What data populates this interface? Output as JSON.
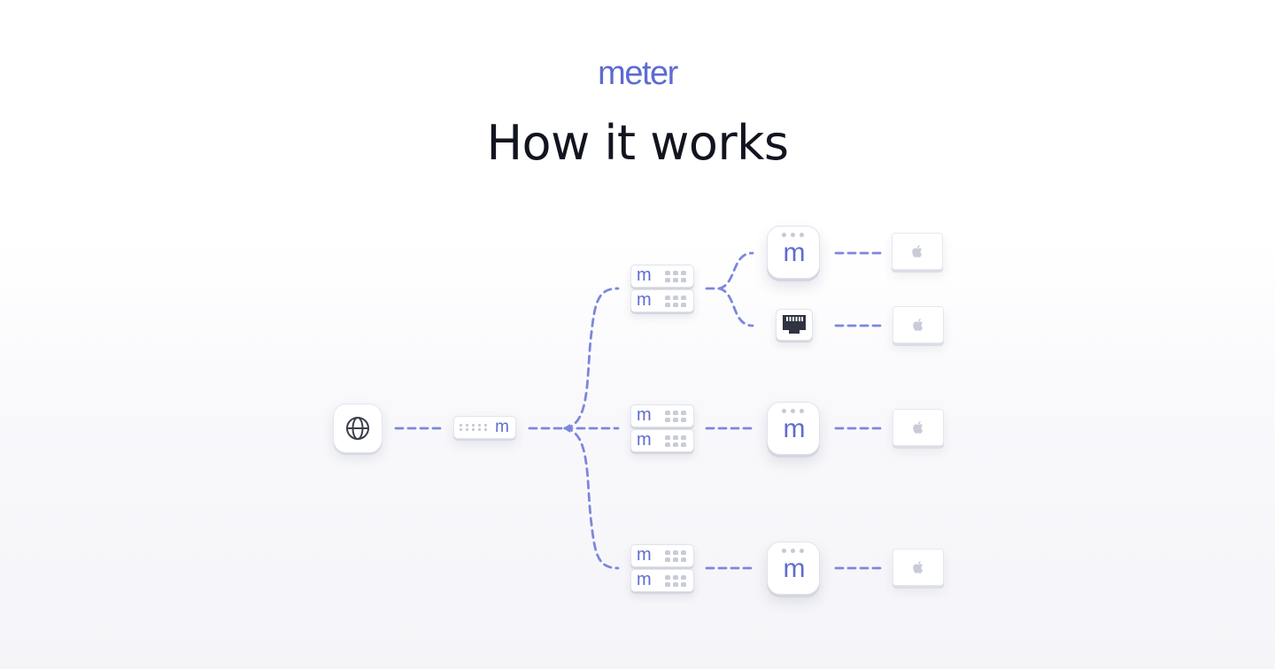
{
  "brand": {
    "logo_text": "meter",
    "accent_color": "#5f6bd0"
  },
  "heading": {
    "title": "How it works"
  },
  "diagram": {
    "link_color": "#7c87dd",
    "nodes": {
      "internet": {
        "icon": "globe-icon"
      },
      "isp_device": {
        "label": "m"
      },
      "switches": [
        {
          "units": [
            {
              "label": "m"
            },
            {
              "label": "m"
            }
          ]
        },
        {
          "units": [
            {
              "label": "m"
            },
            {
              "label": "m"
            }
          ]
        },
        {
          "units": [
            {
              "label": "m"
            },
            {
              "label": "m"
            }
          ]
        }
      ],
      "access_points": [
        {
          "label": "m"
        },
        {
          "label": "m"
        },
        {
          "label": "m"
        }
      ],
      "ethernet_jack": {
        "icon": "ethernet-port-icon"
      },
      "clients": [
        {
          "icon": "apple-icon"
        },
        {
          "icon": "apple-icon"
        },
        {
          "icon": "apple-icon"
        },
        {
          "icon": "apple-icon"
        }
      ]
    }
  }
}
